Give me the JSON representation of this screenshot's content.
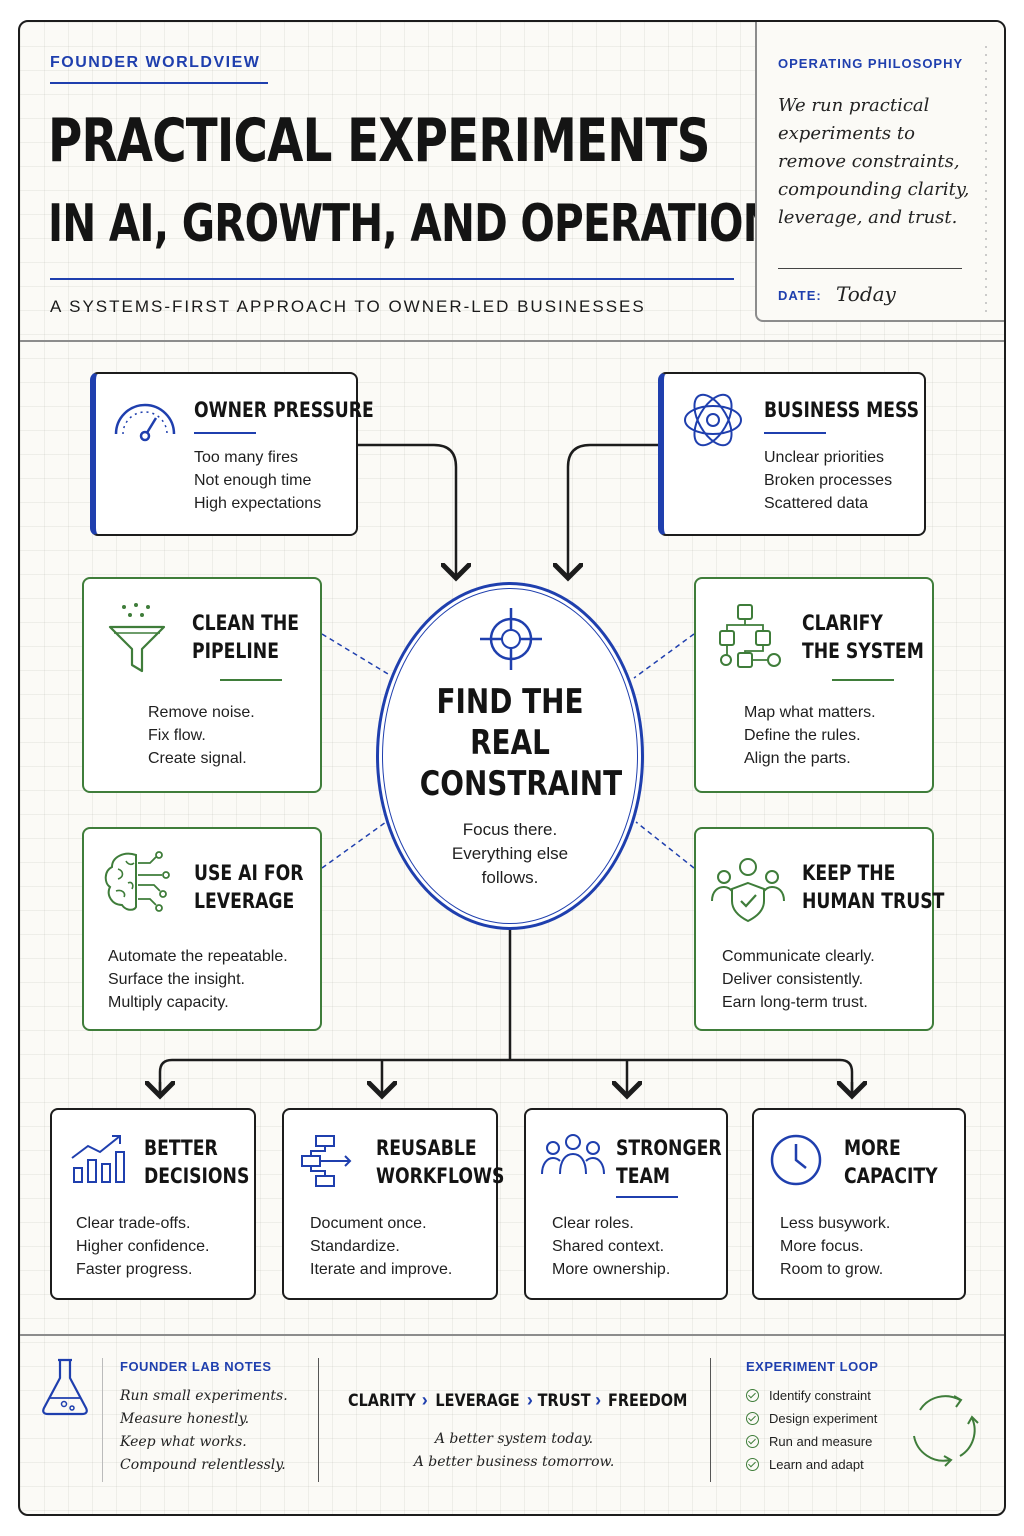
{
  "header": {
    "eyebrow": "FOUNDER WORLDVIEW",
    "title_line1": "PRACTICAL EXPERIMENTS",
    "title_line2": "IN AI, GROWTH, AND OPERATIONS",
    "subtitle": "A SYSTEMS-FIRST APPROACH TO OWNER-LED BUSINESSES"
  },
  "philosophy": {
    "label": "OPERATING PHILOSOPHY",
    "lines": [
      "We run practical",
      "experiments to",
      "remove constraints,",
      "compounding clarity,",
      "leverage, and trust."
    ],
    "date_label": "DATE:",
    "date_value": "Today"
  },
  "inputs": [
    {
      "icon": "gauge-icon",
      "title": "OWNER PRESSURE",
      "lines": [
        "Too many fires",
        "Not enough time",
        "High expectations"
      ]
    },
    {
      "icon": "tangle-icon",
      "title": "BUSINESS MESS",
      "lines": [
        "Unclear priorities",
        "Broken processes",
        "Scattered data"
      ]
    }
  ],
  "center": {
    "title_lines": [
      "FIND THE",
      "REAL",
      "CONSTRAINT"
    ],
    "sub_lines": [
      "Focus there.",
      "Everything else",
      "follows."
    ]
  },
  "levers": [
    {
      "icon": "funnel-icon",
      "title_lines": [
        "CLEAN THE",
        "PIPELINE"
      ],
      "lines": [
        "Remove noise.",
        "Fix flow.",
        "Create signal."
      ]
    },
    {
      "icon": "flowchart-icon",
      "title_lines": [
        "CLARIFY",
        "THE SYSTEM"
      ],
      "lines": [
        "Map what matters.",
        "Define the rules.",
        "Align the parts."
      ]
    },
    {
      "icon": "brain-circuit-icon",
      "title_lines": [
        "USE AI FOR",
        "LEVERAGE"
      ],
      "lines": [
        "Automate the repeatable.",
        "Surface the insight.",
        "Multiply capacity."
      ]
    },
    {
      "icon": "people-shield-icon",
      "title_lines": [
        "KEEP THE",
        "HUMAN TRUST"
      ],
      "lines": [
        "Communicate clearly.",
        "Deliver consistently.",
        "Earn long-term trust."
      ]
    }
  ],
  "outcomes": [
    {
      "icon": "bar-chart-icon",
      "title_lines": [
        "BETTER",
        "DECISIONS"
      ],
      "lines": [
        "Clear trade-offs.",
        "Higher confidence.",
        "Faster progress."
      ]
    },
    {
      "icon": "workflow-icon",
      "title_lines": [
        "REUSABLE",
        "WORKFLOWS"
      ],
      "lines": [
        "Document once.",
        "Standardize.",
        "Iterate and improve."
      ]
    },
    {
      "icon": "team-icon",
      "title_lines": [
        "STRONGER",
        "TEAM"
      ],
      "lines": [
        "Clear roles.",
        "Shared context.",
        "More ownership."
      ]
    },
    {
      "icon": "clock-icon",
      "title_lines": [
        "MORE",
        "CAPACITY"
      ],
      "lines": [
        "Less busywork.",
        "More focus.",
        "Room to grow."
      ]
    }
  ],
  "footer": {
    "notes_label": "FOUNDER LAB NOTES",
    "notes": [
      "Run small experiments.",
      "Measure honestly.",
      "Keep what works.",
      "Compound relentlessly."
    ],
    "chain": [
      "CLARITY",
      "LEVERAGE",
      "TRUST",
      "FREEDOM"
    ],
    "chain_separator": "›",
    "tagline": [
      "A better system today.",
      "A better business tomorrow."
    ],
    "loop_label": "EXPERIMENT LOOP",
    "loop_items": [
      "Identify constraint",
      "Design experiment",
      "Run and measure",
      "Learn and adapt"
    ]
  },
  "colors": {
    "blue": "#1f3fae",
    "green": "#3f7d3a",
    "ink": "#1c1c1c",
    "paper": "#fbfaf6"
  }
}
